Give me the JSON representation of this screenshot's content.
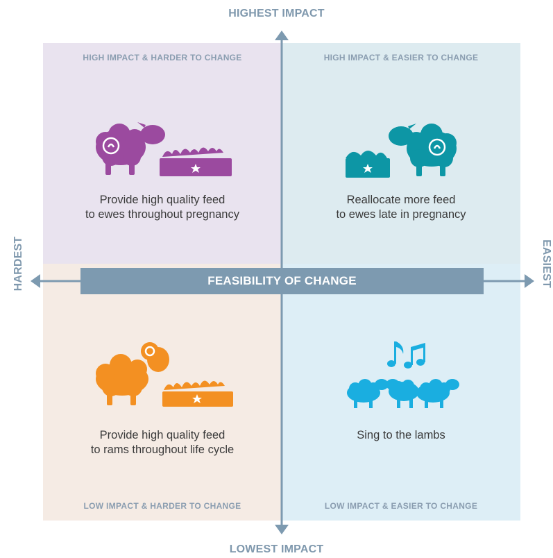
{
  "axes": {
    "top": "HIGHEST IMPACT",
    "bottom": "LOWEST IMPACT",
    "left": "HARDEST",
    "right": "EASIEST",
    "center": "FEASIBILITY OF CHANGE"
  },
  "quadrants": {
    "top_left": {
      "label": "HIGH IMPACT & HARDER TO CHANGE",
      "text_line1": "Provide high quality feed",
      "text_line2": "to ewes throughout pregnancy",
      "color": "#9b4a9f"
    },
    "top_right": {
      "label": "HIGH IMPACT & EASIER TO CHANGE",
      "text_line1": "Reallocate more feed",
      "text_line2": "to ewes late in pregnancy",
      "color": "#0d96a5"
    },
    "bottom_left": {
      "label": "LOW IMPACT & HARDER TO CHANGE",
      "text_line1": "Provide high quality feed",
      "text_line2": "to rams throughout life cycle",
      "color": "#f39022"
    },
    "bottom_right": {
      "label": "LOW IMPACT & EASIER TO CHANGE",
      "text_line1": "Sing to the lambs",
      "color": "#1aaee0"
    }
  },
  "axis_color": "#7d9ab0"
}
